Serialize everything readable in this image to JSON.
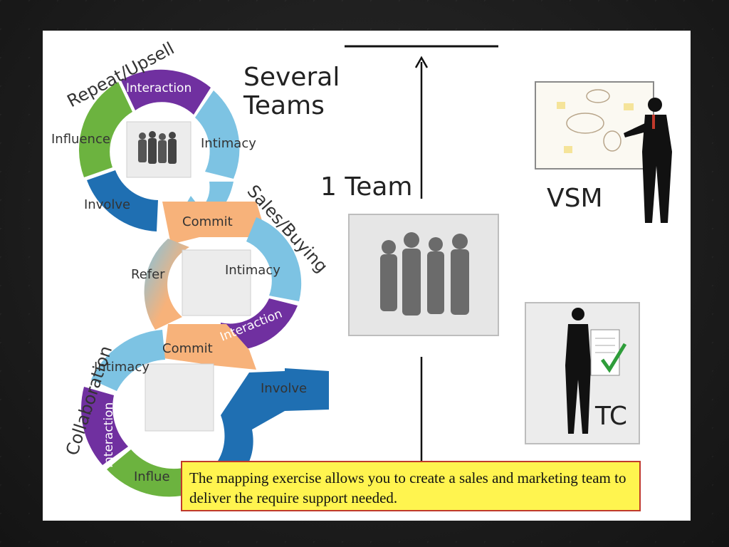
{
  "diagram": {
    "cycle_top": {
      "arc_title": "Repeat/Upsell",
      "segments": [
        "Interaction",
        "Intimacy",
        "Involve",
        "Influence"
      ]
    },
    "cycle_middle": {
      "arc_title": "Sales/Buying",
      "segments": [
        "Commit",
        "Intimacy",
        "Interaction",
        "Refer"
      ]
    },
    "cycle_bottom": {
      "arc_title": "Collaboration",
      "segments": [
        "Commit",
        "Intimacy",
        "Involve",
        "Interaction",
        "Influe"
      ]
    },
    "labels": {
      "several_teams": "Several\nTeams",
      "one_team": "1 Team",
      "vsm": "VSM",
      "tc": "TC"
    },
    "caption": "The mapping exercise allows you to create a sales and marketing team to deliver the require support needed."
  },
  "colors": {
    "purple": "#7030a0",
    "light_blue": "#7dc3e3",
    "dark_blue": "#1f6fb2",
    "green": "#6cb33f",
    "orange": "#f7b27a",
    "caption_bg": "#fff44f",
    "caption_border": "#c0392b"
  }
}
